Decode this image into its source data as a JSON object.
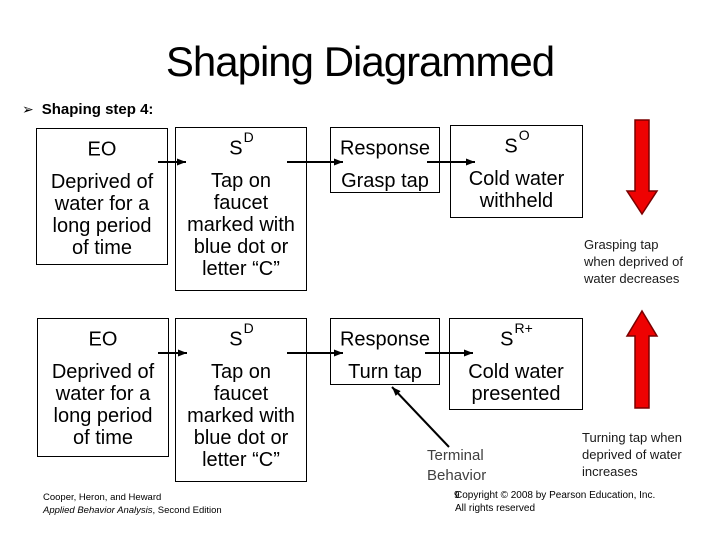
{
  "title": "Shaping Diagrammed",
  "bullet": {
    "glyph": "➢",
    "text": "Shaping step 4:"
  },
  "rows": [
    {
      "boxes": [
        {
          "header": "EO",
          "sup": "",
          "body": "Deprived of\nwater for a\nlong period\nof time"
        },
        {
          "header": "S",
          "sup": "D",
          "body": "Tap on\nfaucet\nmarked with\nblue dot or\nletter “C”"
        },
        {
          "header": "Response",
          "sup": "",
          "body": "Grasp tap"
        },
        {
          "header": "S",
          "sup": "O",
          "body": "Cold water\nwithheld"
        }
      ],
      "red_arrow": "down",
      "caption": "Grasping tap\nwhen deprived of\nwater decreases"
    },
    {
      "boxes": [
        {
          "header": "EO",
          "sup": "",
          "body": "Deprived of\nwater for a\nlong period\nof time"
        },
        {
          "header": "S",
          "sup": "D",
          "body": "Tap on\nfaucet\nmarked with\nblue dot or\nletter “C”"
        },
        {
          "header": "Response",
          "sup": "",
          "body": "Turn tap"
        },
        {
          "header": "S",
          "sup": "R+",
          "body": "Cold water\npresented"
        }
      ],
      "red_arrow": "up",
      "caption": "Turning tap when\ndeprived of water\nincreases"
    }
  ],
  "terminal_label": "Terminal\nBehavior",
  "footer": {
    "left_line1": "Cooper, Heron, and Heward",
    "left_line2_italic": "Applied Behavior Analysis",
    "left_line2_rest": ", Second Edition",
    "slide_number": "9",
    "right_line1": "Copyright © 2008 by Pearson Education, Inc.",
    "right_line2": "All rights reserved"
  },
  "colors": {
    "red_arrow_fill": "#ee0202",
    "red_arrow_stroke": "#7a0000",
    "terminal_text": "#404040"
  }
}
